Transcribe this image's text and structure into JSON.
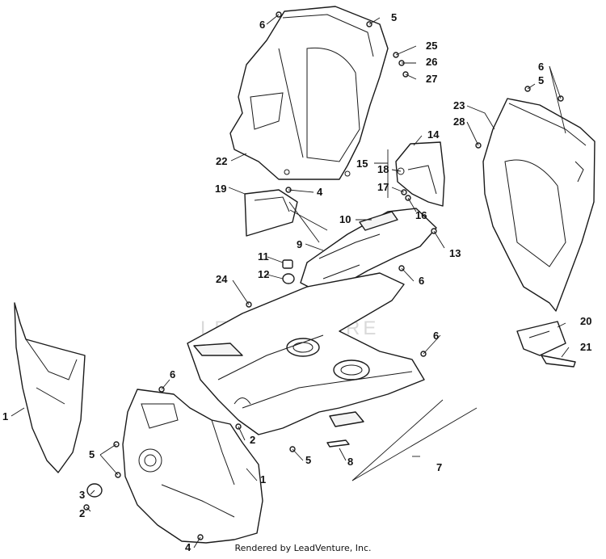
{
  "watermark": "LEADVENTURE",
  "footer": "Rendered by LeadVenture, Inc.",
  "callouts": {
    "c1a": "1",
    "c1b": "1",
    "c2a": "2",
    "c2b": "2",
    "c3": "3",
    "c4a": "4",
    "c4b": "4",
    "c5a": "5",
    "c5b": "5",
    "c5c": "5",
    "c5d": "5",
    "c6a": "6",
    "c6b": "6",
    "c6c": "6",
    "c6d": "6",
    "c6e": "6",
    "c7": "7",
    "c8": "8",
    "c9": "9",
    "c10": "10",
    "c11": "11",
    "c12": "12",
    "c13": "13",
    "c14": "14",
    "c15": "15",
    "c16": "16",
    "c17": "17",
    "c18": "18",
    "c19": "19",
    "c20": "20",
    "c21": "21",
    "c22": "22",
    "c23": "23",
    "c24": "24",
    "c25": "25",
    "c26": "26",
    "c27": "27",
    "c28": "28"
  }
}
